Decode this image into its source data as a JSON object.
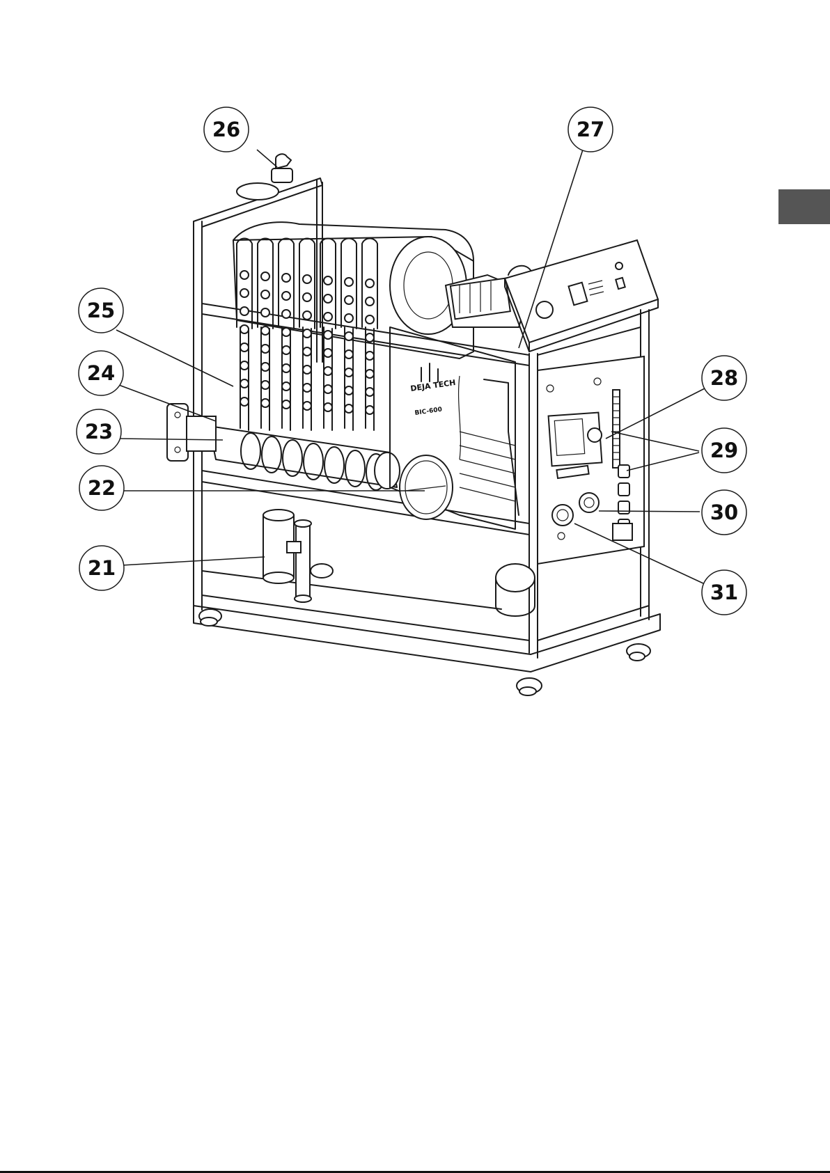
{
  "labels": [
    "21",
    "22",
    "23",
    "24",
    "25",
    "26",
    "27",
    "28",
    "29",
    "30",
    "31"
  ],
  "brand_text": "DEJA TECH",
  "model_text": "BIC-600",
  "colors": {
    "tab": "#555555",
    "line": "#1a1a1a"
  }
}
